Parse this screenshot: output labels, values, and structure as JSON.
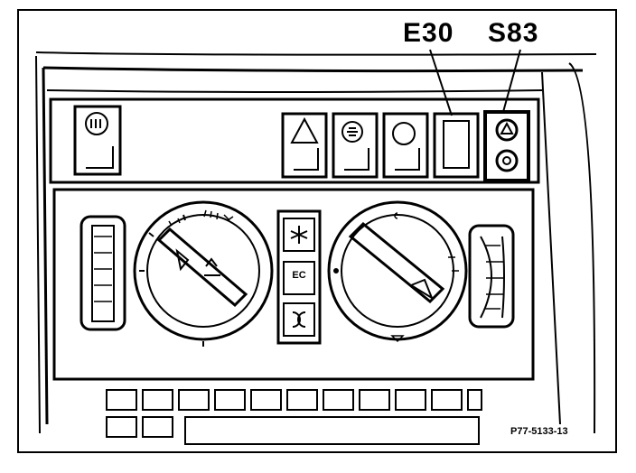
{
  "callouts": {
    "e30": "E30",
    "s83": "S83"
  },
  "figure_code": "P77-5133-13",
  "buttons": {
    "econ_label": "EC"
  },
  "colors": {
    "ink": "#000000",
    "paper": "#ffffff"
  },
  "icons": {
    "rear_defrost": "rear-defrost-icon",
    "hazard": "hazard-warning-icon",
    "headlight": "headlight-icon",
    "circle": "circle-icon",
    "blank": "blank-switch-icon",
    "s83_top": "triangle-circle-icon",
    "s83_bottom": "circle-symbol-icon",
    "recirculation": "recirculation-icon",
    "fan": "fan-icon",
    "defrost": "defrost-icon"
  }
}
